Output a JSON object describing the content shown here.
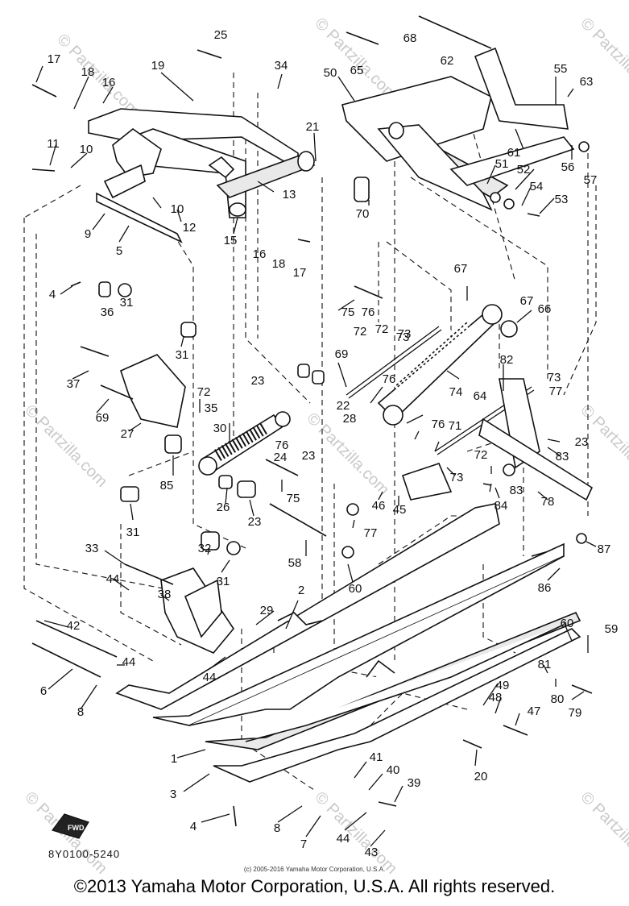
{
  "diagram": {
    "drawing_code": "8Y0100-5240",
    "fwd_label": "FWD",
    "watermark": "© Partzilla.com",
    "small_copyright": "(c) 2005-2016 Yamaha Motor Corporation, U.S.A.",
    "copyright": "©2013 Yamaha Motor Corporation, U.S.A. All rights reserved.",
    "callouts": [
      "25",
      "65",
      "68",
      "62",
      "17",
      "18",
      "16",
      "19",
      "34",
      "50",
      "55",
      "63",
      "11",
      "10",
      "21",
      "61",
      "56",
      "57",
      "51",
      "52",
      "54",
      "53",
      "13",
      "10",
      "12",
      "70",
      "9",
      "15",
      "16",
      "18",
      "17",
      "5",
      "67",
      "4",
      "36",
      "31",
      "75",
      "76",
      "72",
      "73",
      "67",
      "66",
      "72",
      "73",
      "31",
      "69",
      "82",
      "37",
      "23",
      "73",
      "77",
      "72",
      "76",
      "35",
      "74",
      "22",
      "64",
      "69",
      "27",
      "30",
      "28",
      "76",
      "71",
      "76",
      "24",
      "23",
      "85",
      "23",
      "75",
      "72",
      "83",
      "26",
      "23",
      "73",
      "46",
      "45",
      "83",
      "84",
      "78",
      "31",
      "77",
      "87",
      "33",
      "58",
      "32",
      "31",
      "44",
      "38",
      "60",
      "86",
      "29",
      "2",
      "60",
      "59",
      "42",
      "44",
      "44",
      "81",
      "80",
      "6",
      "49",
      "48",
      "79",
      "8",
      "47",
      "1",
      "20",
      "41",
      "40",
      "3",
      "39",
      "4",
      "8",
      "44",
      "7",
      "43"
    ]
  }
}
